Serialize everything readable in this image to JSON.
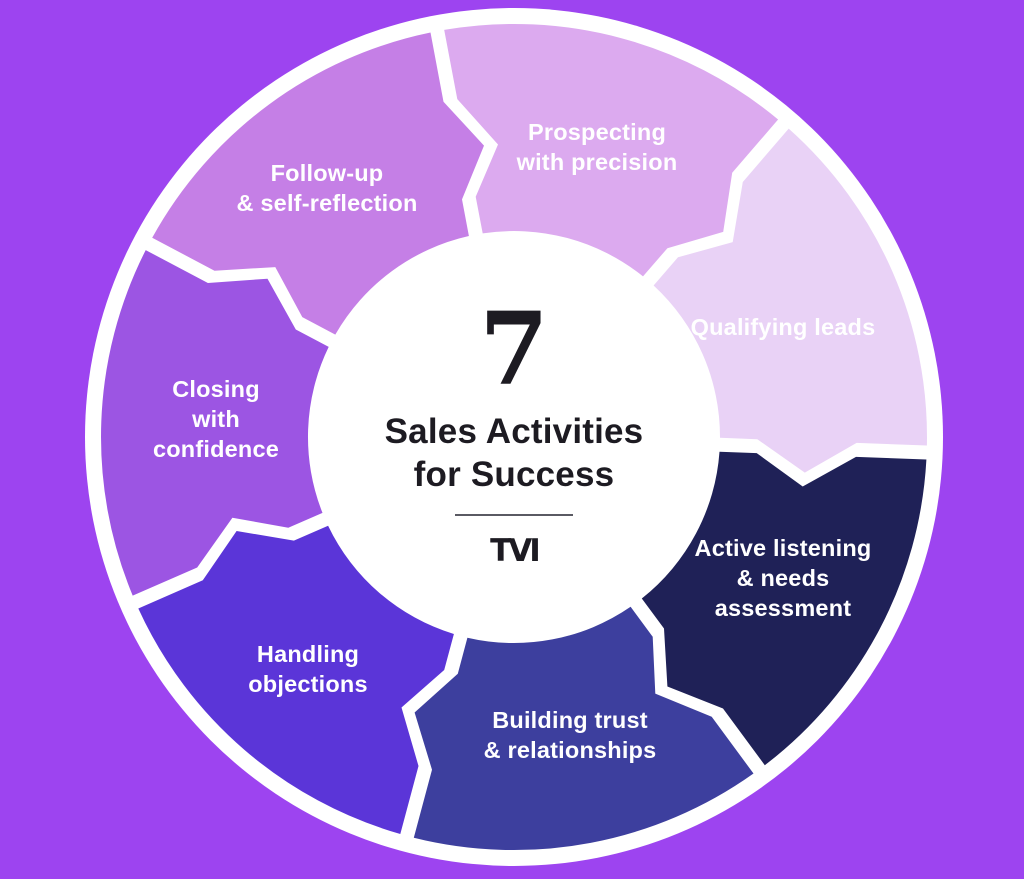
{
  "background_color": "#9D44F0",
  "ring_color": "#FFFFFF",
  "label_color": "#FFFFFF",
  "center": {
    "number": "7",
    "title": "Sales Activities\nfor Success",
    "logo_text": "TVI",
    "text_color": "#1D1B22",
    "divider_color": "#5A5A63",
    "circle_color": "#FFFFFF"
  },
  "segments": [
    {
      "name": "prospecting",
      "label": "Prospecting\nwith precision",
      "color": "#DCAAEF"
    },
    {
      "name": "qualifying",
      "label": "Qualifying leads",
      "color": "#E9D2F6"
    },
    {
      "name": "active-listening",
      "label": "Active listening\n& needs\nassessment",
      "color": "#1F2157"
    },
    {
      "name": "building-trust",
      "label": "Building trust\n& relationships",
      "color": "#3D3F9E"
    },
    {
      "name": "handling-objections",
      "label": "Handling\nobjections",
      "color": "#5B35D8"
    },
    {
      "name": "closing",
      "label": "Closing\nwith\nconfidence",
      "color": "#9C55E3"
    },
    {
      "name": "follow-up",
      "label": "Follow-up\n& self-reflection",
      "color": "#C57FE6"
    }
  ]
}
